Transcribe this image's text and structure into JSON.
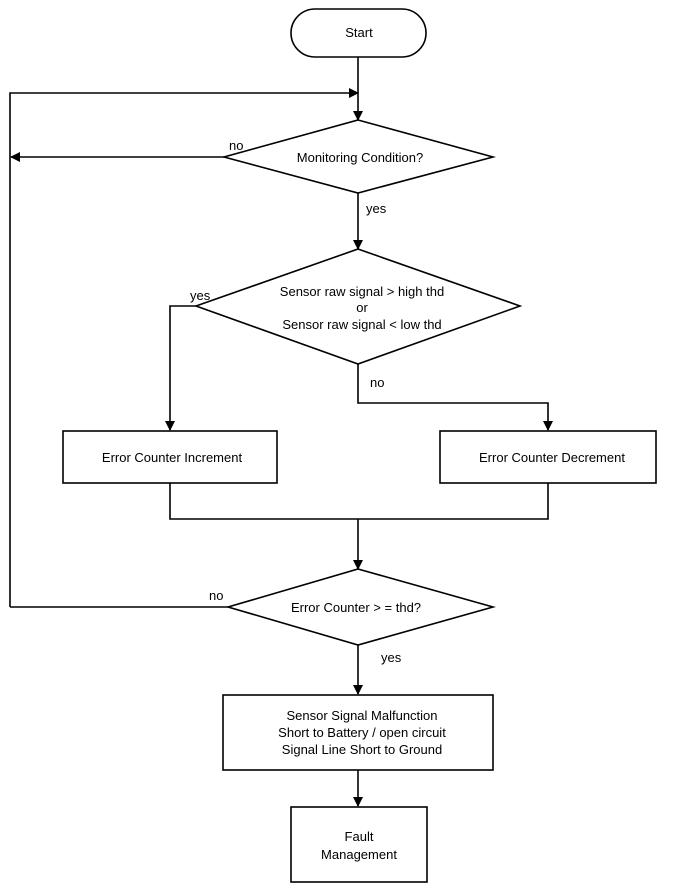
{
  "nodes": {
    "start": {
      "label": "Start"
    },
    "monitoring": {
      "label": "Monitoring Condition?"
    },
    "sensor_check": {
      "lines": [
        "Sensor raw signal > high thd",
        "or",
        "Sensor raw signal < low thd"
      ]
    },
    "increment": {
      "label": "Error Counter Increment"
    },
    "decrement": {
      "label": "Error Counter Decrement"
    },
    "counter_check": {
      "label": "Error Counter > = thd?"
    },
    "malfunction": {
      "lines": [
        "Sensor Signal Malfunction",
        "Short to Battery /  open circuit",
        "Signal Line Short to Ground"
      ]
    },
    "fault": {
      "lines": [
        "Fault",
        "Management"
      ]
    }
  },
  "edges": {
    "monitoring_no": "no",
    "monitoring_yes": "yes",
    "sensor_yes": "yes",
    "sensor_no": "no",
    "counter_no": "no",
    "counter_yes": "yes"
  }
}
